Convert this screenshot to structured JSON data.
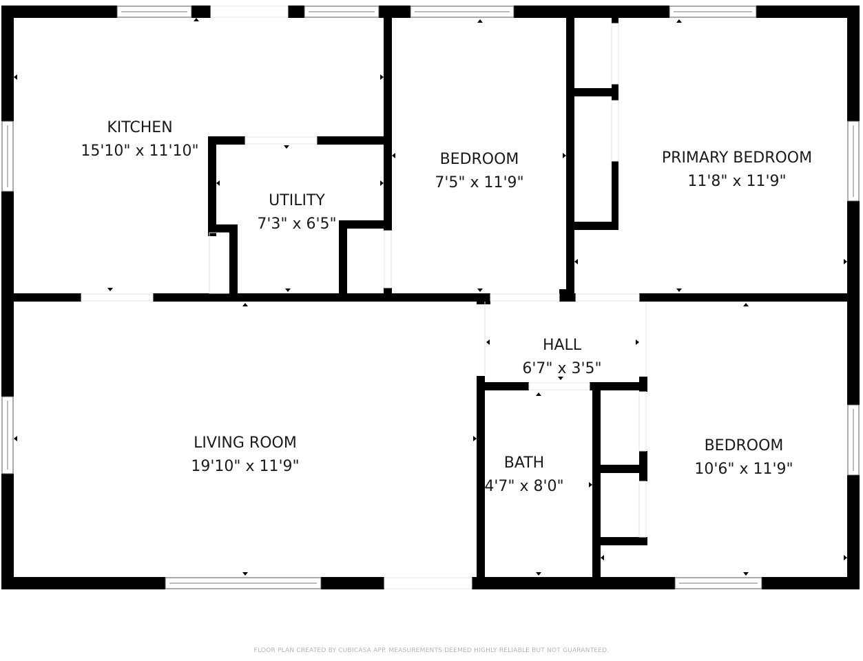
{
  "floor_plan": {
    "rooms": [
      {
        "id": "kitchen",
        "name": "KITCHEN",
        "dimensions": "15'10\" x 11'10\""
      },
      {
        "id": "utility",
        "name": "UTILITY",
        "dimensions": "7'3\" x 6'5\""
      },
      {
        "id": "bedroom-1",
        "name": "BEDROOM",
        "dimensions": "7'5\" x 11'9\""
      },
      {
        "id": "primary-bedroom",
        "name": "PRIMARY BEDROOM",
        "dimensions": "11'8\" x 11'9\""
      },
      {
        "id": "hall",
        "name": "HALL",
        "dimensions": "6'7\" x 3'5\""
      },
      {
        "id": "living-room",
        "name": "LIVING ROOM",
        "dimensions": "19'10\" x 11'9\""
      },
      {
        "id": "bath",
        "name": "BATH",
        "dimensions": "4'7\" x 8'0\""
      },
      {
        "id": "bedroom-2",
        "name": "BEDROOM",
        "dimensions": "10'6\" x 11'9\""
      }
    ],
    "colors": {
      "wall": "#000000",
      "background": "#ffffff",
      "text": "#1a1a1a",
      "footer": "#b5b5b5"
    }
  },
  "footer": {
    "disclaimer": "FLOOR PLAN CREATED BY CUBICASA APP. MEASUREMENTS DEEMED HIGHLY RELIABLE BUT NOT GUARANTEED."
  }
}
